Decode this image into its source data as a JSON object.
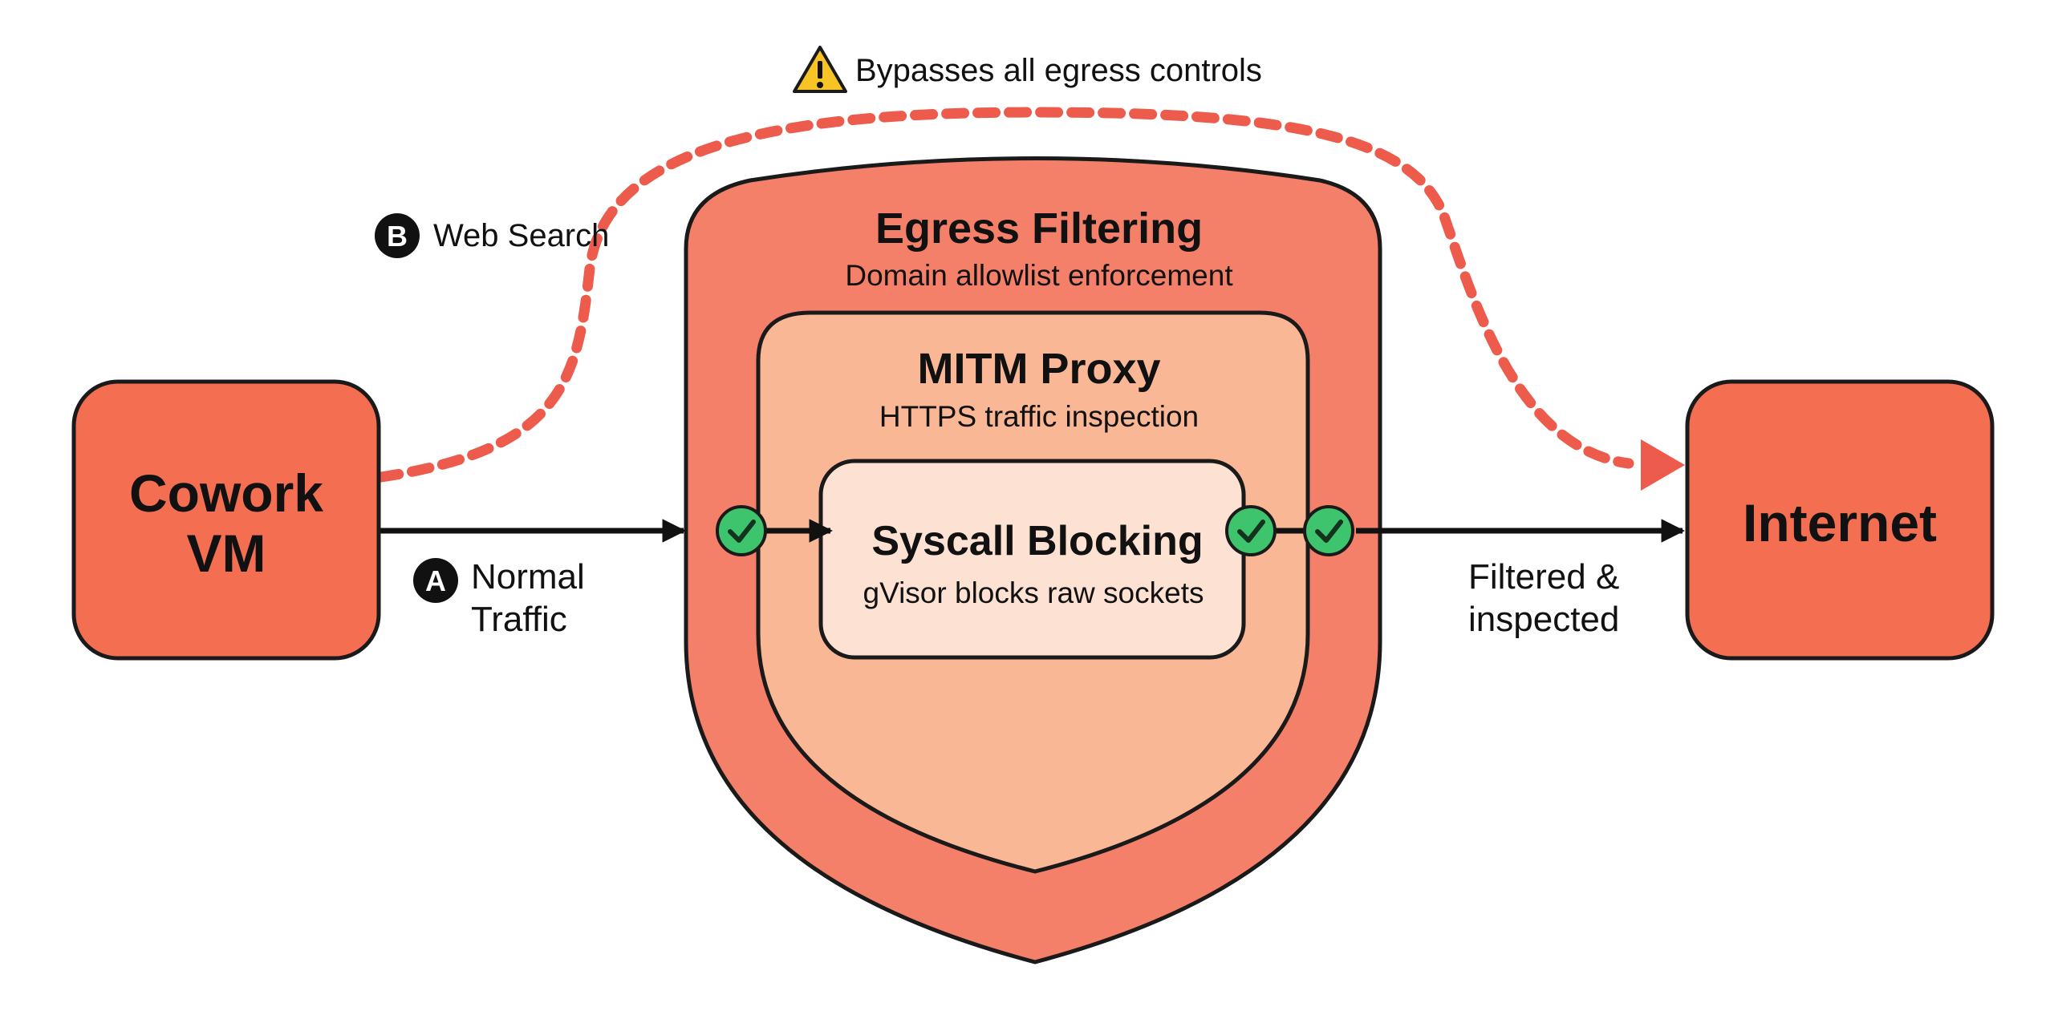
{
  "nodes": {
    "cowork_vm": {
      "line1": "Cowork",
      "line2": "VM"
    },
    "internet": {
      "label": "Internet"
    }
  },
  "layers": {
    "egress": {
      "title": "Egress Filtering",
      "subtitle": "Domain allowlist enforcement"
    },
    "mitm": {
      "title": "MITM Proxy",
      "subtitle": "HTTPS traffic inspection"
    },
    "syscall": {
      "title": "Syscall Blocking",
      "subtitle": "gVisor blocks raw sockets"
    }
  },
  "paths": {
    "a": {
      "badge": "A",
      "line1": "Normal",
      "line2": "Traffic"
    },
    "b": {
      "badge": "B",
      "label": "Web Search"
    },
    "filtered": {
      "line1": "Filtered &",
      "line2": "inspected"
    },
    "warning": {
      "label": "Bypasses all egress controls",
      "icon": "warning-icon"
    }
  },
  "colors": {
    "node_fill": "#f46f52",
    "egress_fill": "#f5806a",
    "mitm_fill": "#f9b795",
    "syscall_fill": "#fde1d3",
    "dashed": "#ec5b4b",
    "check": "#3ec46d",
    "warning": "#f7c325"
  }
}
